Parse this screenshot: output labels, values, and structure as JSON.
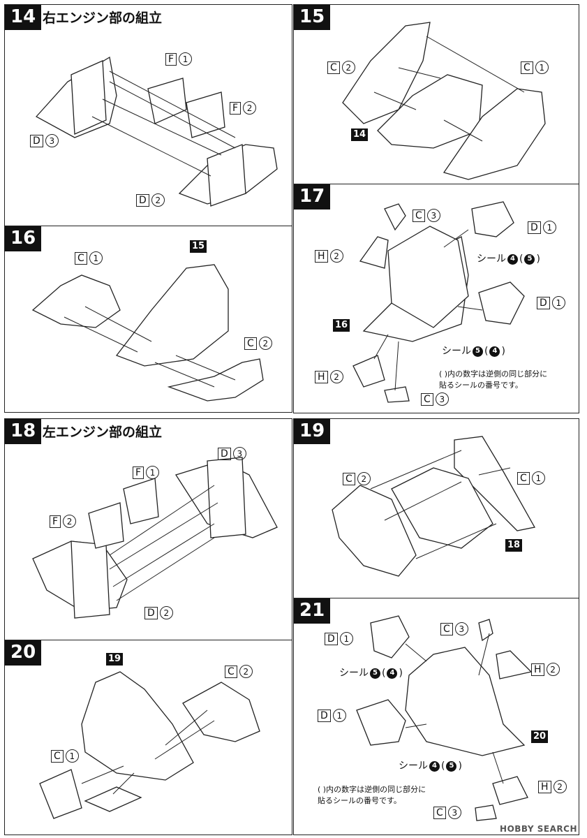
{
  "steps": [
    {
      "number": "14",
      "title": "右エンジン部の組立"
    },
    {
      "number": "15",
      "title": ""
    },
    {
      "number": "16",
      "title": ""
    },
    {
      "number": "17",
      "title": ""
    },
    {
      "number": "18",
      "title": "左エンジン部の組立"
    },
    {
      "number": "19",
      "title": ""
    },
    {
      "number": "20",
      "title": ""
    },
    {
      "number": "21",
      "title": ""
    }
  ],
  "labels": {
    "s14": [
      {
        "box": "F",
        "num": "1"
      },
      {
        "box": "F",
        "num": "2"
      },
      {
        "box": "D",
        "num": "3"
      },
      {
        "box": "D",
        "num": "2"
      }
    ],
    "s15": [
      {
        "box": "C",
        "num": "2"
      },
      {
        "box": "C",
        "num": "1"
      }
    ],
    "s16": [
      {
        "box": "C",
        "num": "1"
      },
      {
        "box": "C",
        "num": "2"
      }
    ],
    "s17": [
      {
        "box": "C",
        "num": "3"
      },
      {
        "box": "D",
        "num": "1"
      },
      {
        "box": "H",
        "num": "2"
      },
      {
        "box": "D",
        "num": "1"
      },
      {
        "box": "H",
        "num": "2"
      },
      {
        "box": "C",
        "num": "3"
      }
    ],
    "s18": [
      {
        "box": "D",
        "num": "3"
      },
      {
        "box": "F",
        "num": "1"
      },
      {
        "box": "F",
        "num": "2"
      },
      {
        "box": "D",
        "num": "2"
      }
    ],
    "s19": [
      {
        "box": "C",
        "num": "2"
      },
      {
        "box": "C",
        "num": "1"
      }
    ],
    "s20": [
      {
        "box": "C",
        "num": "2"
      },
      {
        "box": "C",
        "num": "1"
      }
    ],
    "s21": [
      {
        "box": "C",
        "num": "3"
      },
      {
        "box": "D",
        "num": "1"
      },
      {
        "box": "H",
        "num": "2"
      },
      {
        "box": "D",
        "num": "1"
      },
      {
        "box": "H",
        "num": "2"
      },
      {
        "box": "C",
        "num": "3"
      }
    ]
  },
  "refs": {
    "s15": "14",
    "s16": "15",
    "s17": "16",
    "s19": "18",
    "s20": "19",
    "s21": "20"
  },
  "seals": {
    "s17_a": {
      "text": "シール",
      "a": "4",
      "b": "5"
    },
    "s17_b": {
      "text": "シール",
      "a": "5",
      "b": "4"
    },
    "s21_a": {
      "text": "シール",
      "a": "5",
      "b": "4"
    },
    "s21_b": {
      "text": "シール",
      "a": "4",
      "b": "5"
    }
  },
  "notes": {
    "s17": [
      "( )内の数字は逆側の同じ部分に",
      "貼るシールの番号です。"
    ],
    "s21": [
      "( )内の数字は逆側の同じ部分に",
      "貼るシールの番号です。"
    ]
  },
  "watermark": "HOBBY SEARCH"
}
